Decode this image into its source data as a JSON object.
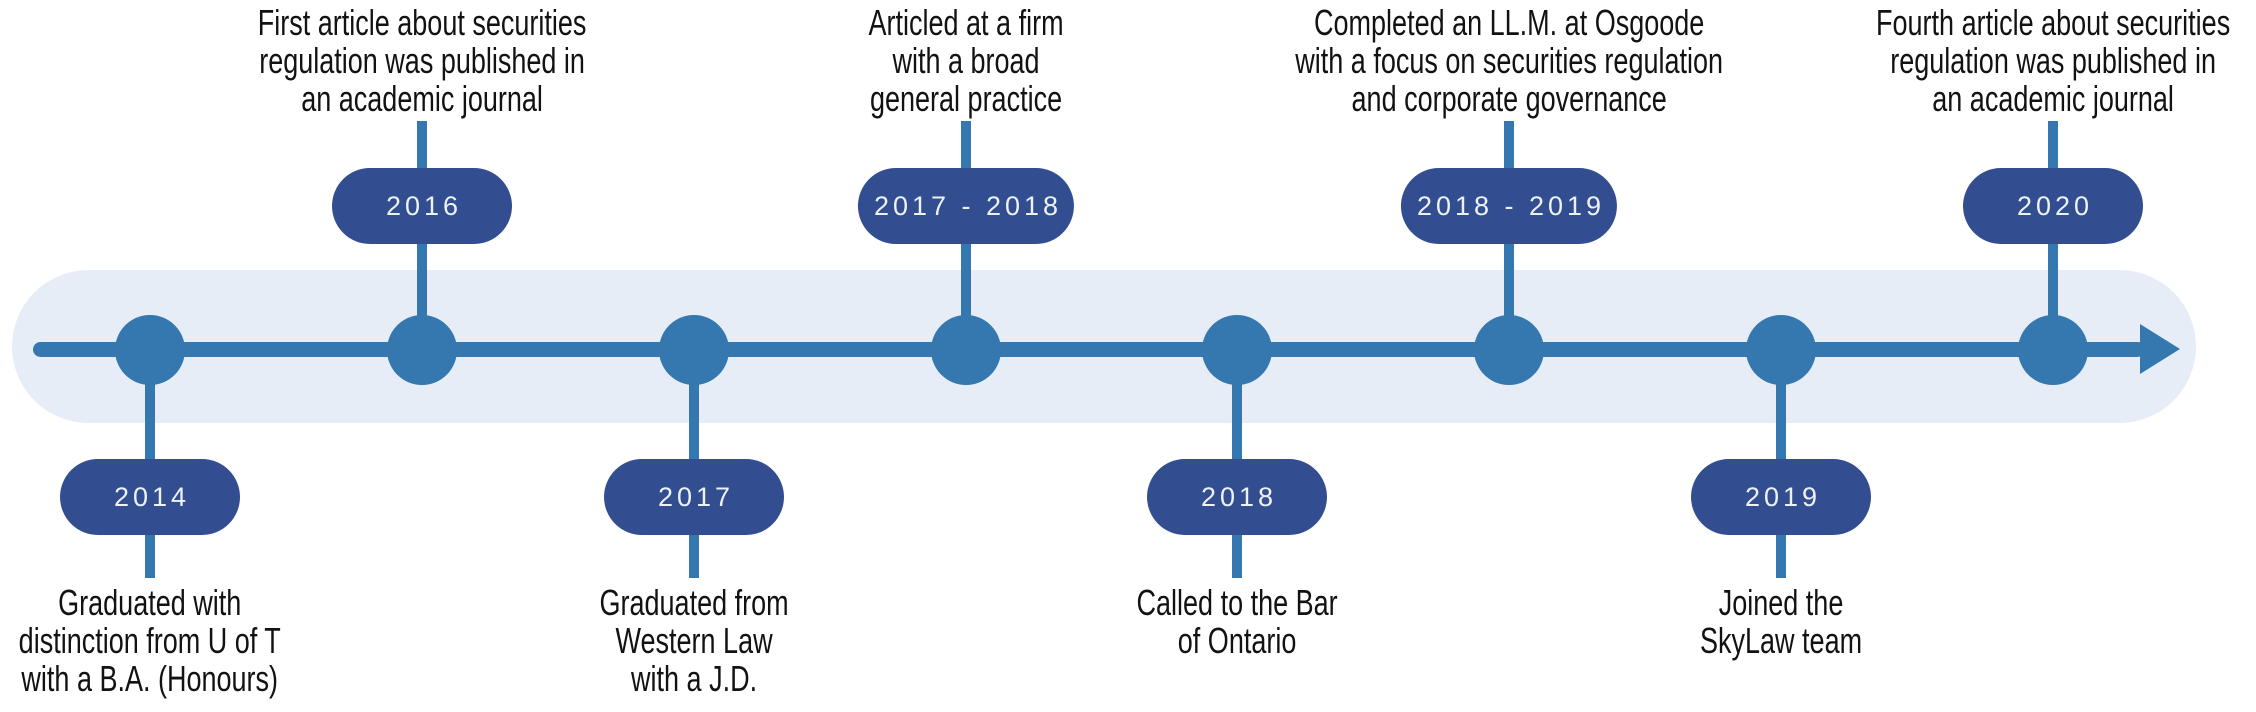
{
  "timeline": {
    "colors": {
      "band": "#e6edf7",
      "line": "#3478af",
      "badge": "#324e90",
      "badge_text": "#edf2f8",
      "description_text": "#121212"
    },
    "axis": {
      "start_cap": "rounded",
      "end_marker": "right-arrow"
    },
    "events": [
      {
        "year_label": "2014",
        "side": "below",
        "description": "Graduated with\ndistinction from U of T\nwith a B.A. (Honours)"
      },
      {
        "year_label": "2016",
        "side": "above",
        "description": "First article about securities\nregulation was published in\nan academic journal"
      },
      {
        "year_label": "2017",
        "side": "below",
        "description": "Graduated from\nWestern Law\nwith a J.D."
      },
      {
        "year_label": "2017 - 2018",
        "side": "above",
        "description": "Articled at a firm\nwith a broad\ngeneral practice"
      },
      {
        "year_label": "2018",
        "side": "below",
        "description": "Called to the Bar\nof Ontario"
      },
      {
        "year_label": "2018 - 2019",
        "side": "above",
        "description": "Completed an LL.M. at Osgoode\nwith a focus on securities regulation\nand corporate governance"
      },
      {
        "year_label": "2019",
        "side": "below",
        "description": "Joined the\nSkyLaw team"
      },
      {
        "year_label": "2020",
        "side": "above",
        "description": "Fourth article about securities\nregulation was published in\nan academic journal"
      }
    ]
  }
}
